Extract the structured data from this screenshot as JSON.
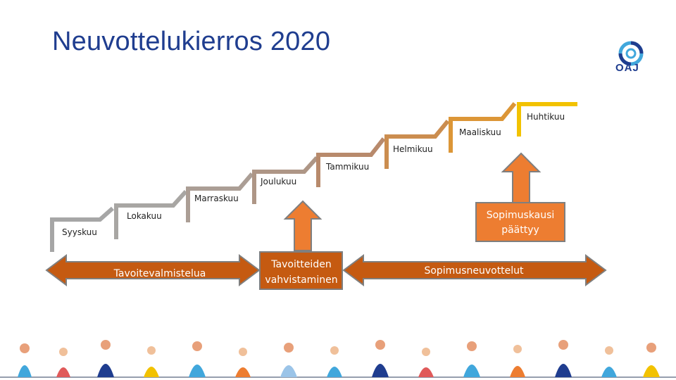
{
  "title": "Neuvottelukierros 2020",
  "logo": {
    "text": "OAJ",
    "icon": "oaj-logo-icon",
    "colors": [
      "#1f3d8f",
      "#41a7dc"
    ]
  },
  "steps": [
    {
      "label": "Syyskuu",
      "color": "#a6a6a6"
    },
    {
      "label": "Lokakuu",
      "color": "#a8a6a3"
    },
    {
      "label": "Marraskuu",
      "color": "#ab9e95"
    },
    {
      "label": "Joulukuu",
      "color": "#ae9686"
    },
    {
      "label": "Tammikuu",
      "color": "#b88a6c"
    },
    {
      "label": "Helmikuu",
      "color": "#cb8d4f"
    },
    {
      "label": "Maaliskuu",
      "color": "#dc9637"
    },
    {
      "label": "Huhtikuu",
      "color": "#f2c200"
    }
  ],
  "arrows": {
    "tavoitevalmistelua": "Tavoitevalmistelua",
    "tavoitteiden": [
      "Tavoitteiden",
      "vahvistaminen"
    ],
    "sopimusneuvottelut": "Sopimusneuvottelut",
    "sopimuskausi": [
      "Sopimuskausi",
      "päättyy"
    ]
  },
  "colors": {
    "dark_orange": "#c55a11",
    "orange": "#ed7d31",
    "title": "#1f3d8f",
    "border": "#7f7f7f"
  }
}
